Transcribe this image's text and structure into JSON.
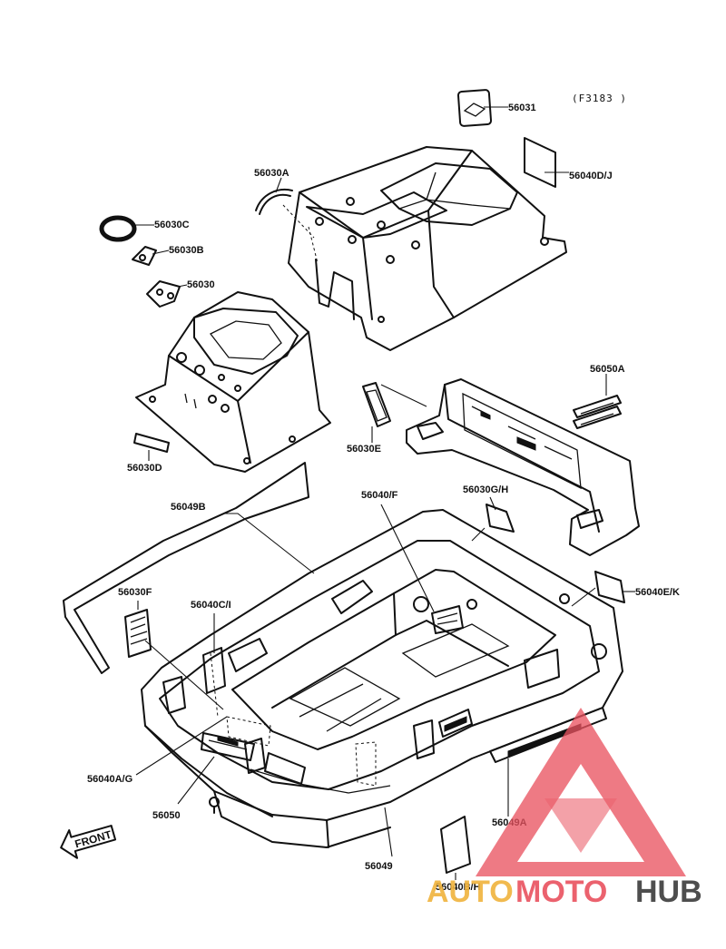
{
  "figure_code": "(F3183 )",
  "front_label": "FRONT",
  "watermark": {
    "auto": "AUTO",
    "moto": "MOTO",
    "hub": "HUB",
    "colors": {
      "auto": "#f0b33c",
      "moto": "#e9525f",
      "hub": "#3b3b3b",
      "triangle": "#e9525f"
    }
  },
  "callouts": [
    {
      "id": "56031",
      "text": "56031"
    },
    {
      "id": "56040DJ",
      "text": "56040D/J"
    },
    {
      "id": "56030A",
      "text": "56030A"
    },
    {
      "id": "56030C",
      "text": "56030C"
    },
    {
      "id": "56030B",
      "text": "56030B"
    },
    {
      "id": "56030",
      "text": "56030"
    },
    {
      "id": "56050A",
      "text": "56050A"
    },
    {
      "id": "56030E",
      "text": "56030E"
    },
    {
      "id": "56030D",
      "text": "56030D"
    },
    {
      "id": "56049B",
      "text": "56049B"
    },
    {
      "id": "56040F",
      "text": "56040/F"
    },
    {
      "id": "56030GH",
      "text": "56030G/H"
    },
    {
      "id": "56040EK",
      "text": "56040E/K"
    },
    {
      "id": "56030F",
      "text": "56030F"
    },
    {
      "id": "56040CI",
      "text": "56040C/I"
    },
    {
      "id": "56040AG",
      "text": "56040A/G"
    },
    {
      "id": "56050",
      "text": "56050"
    },
    {
      "id": "56049A",
      "text": "56049A"
    },
    {
      "id": "56049",
      "text": "56049"
    },
    {
      "id": "56040BH",
      "text": "56040B/H"
    }
  ]
}
